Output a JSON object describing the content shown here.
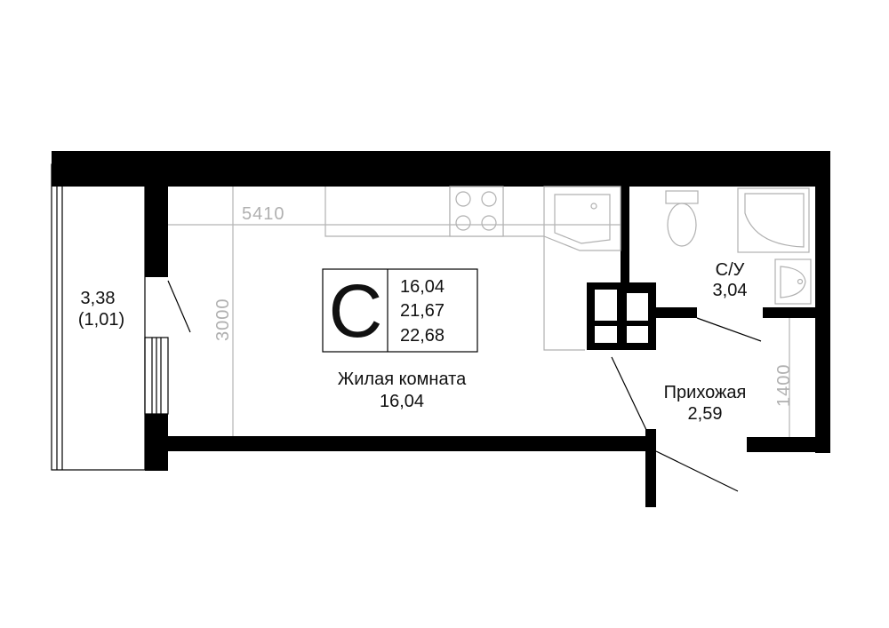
{
  "apartment": {
    "type_letter": "C",
    "areas": [
      "16,04",
      "21,67",
      "22,68"
    ]
  },
  "rooms": {
    "balcony": {
      "area": "3,38",
      "area_reduced": "(1,01)"
    },
    "living": {
      "name": "Жилая комната",
      "area": "16,04"
    },
    "bathroom": {
      "name": "С/У",
      "area": "3,04"
    },
    "hallway": {
      "name": "Прихожая",
      "area": "2,59"
    }
  },
  "dimensions": {
    "width": "5410",
    "height": "3000",
    "hall_width": "1400"
  },
  "colors": {
    "wall": "#000000",
    "dimension": "#b0b0b0",
    "text": "#111111"
  }
}
